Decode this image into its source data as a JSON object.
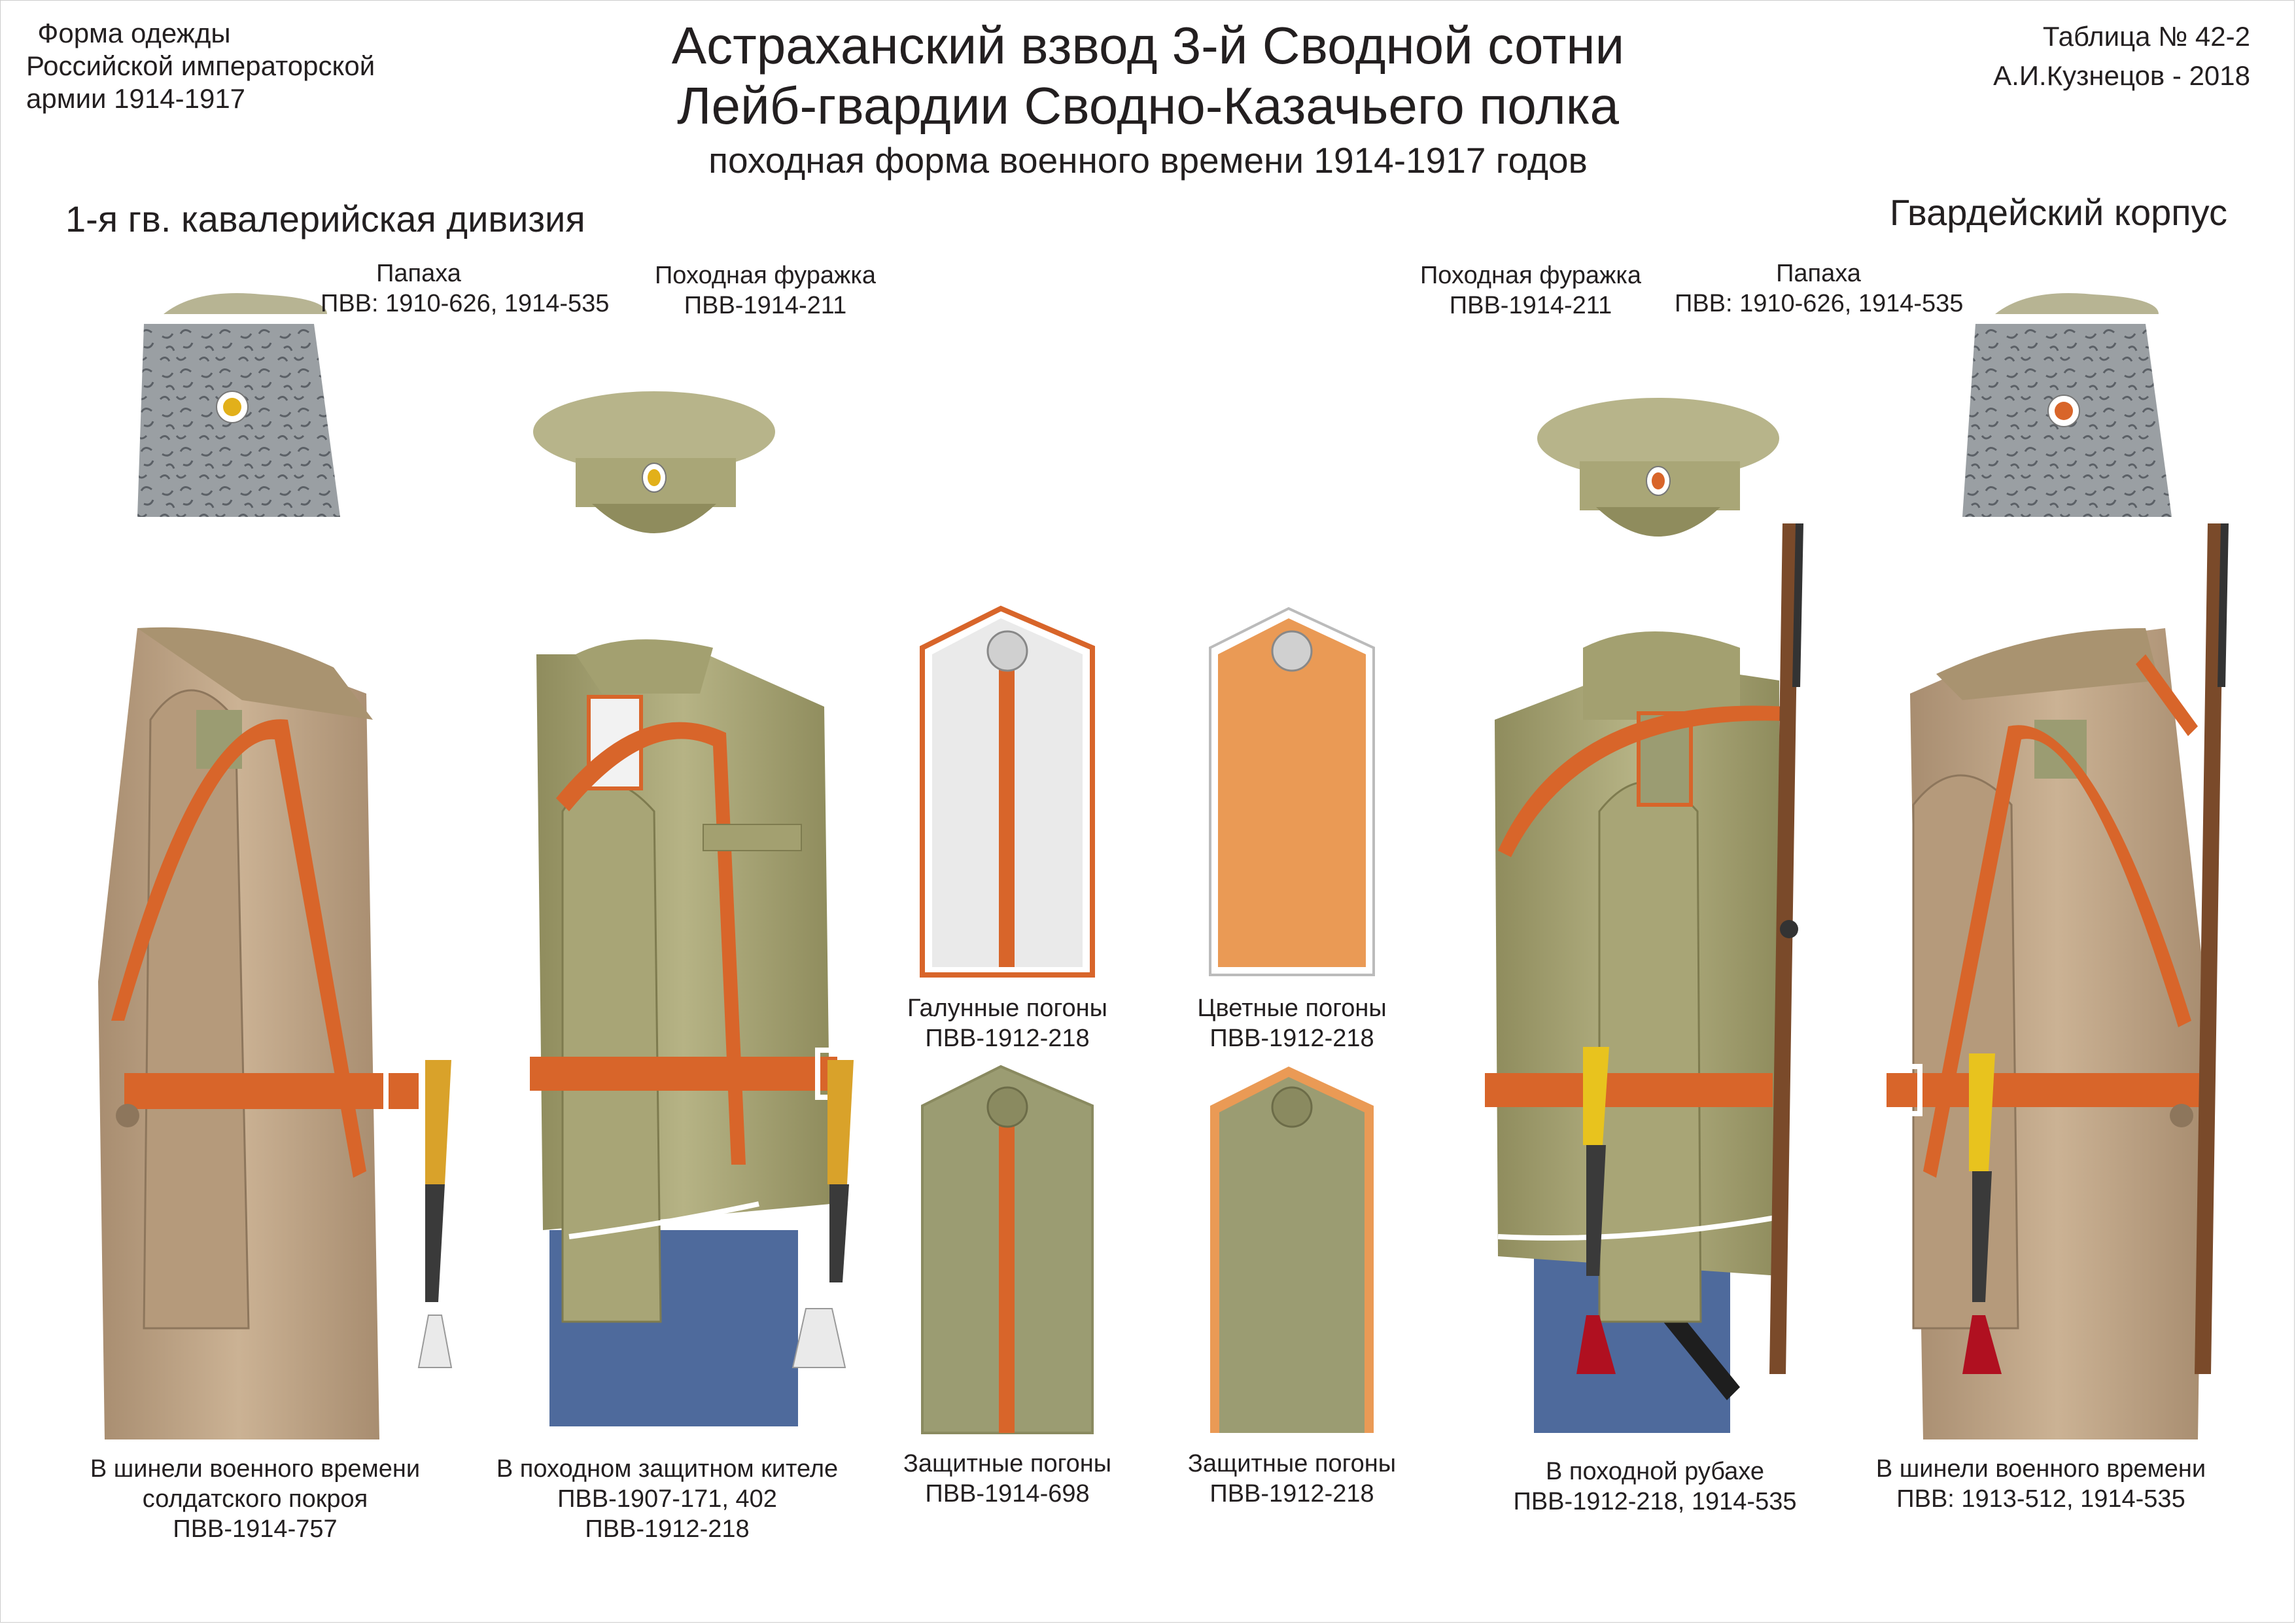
{
  "header": {
    "left_lines": [
      "Форма одежды",
      "Российской императорской",
      "армии  1914-1917"
    ],
    "right_lines": [
      "Таблица № 42-2",
      "А.И.Кузнецов - 2018"
    ],
    "title_line1": "Астраханский взвод 3-й Сводной сотни",
    "title_line2": "Лейб-гвардии Сводно-Казачьего полка",
    "subtitle": "походная форма военного времени 1914-1917 годов",
    "division": "1-я гв. кавалерийская дивизия",
    "corps": "Гвардейский корпус"
  },
  "headgear": {
    "left_papakha": {
      "title": "Папаха",
      "code": "ПВВ: 1910-626, 1914-535"
    },
    "left_cap": {
      "title": "Походная фуражка",
      "code": "ПВВ-1914-211"
    },
    "right_cap": {
      "title": "Походная фуражка",
      "code": "ПВВ-1914-211"
    },
    "right_papakha": {
      "title": "Папаха",
      "code": "ПВВ: 1910-626, 1914-535"
    }
  },
  "shoulder_boards": [
    {
      "title": "Галунные погоны",
      "code": "ПВВ-1912-218"
    },
    {
      "title": "Цветные погоны",
      "code": "ПВВ-1912-218"
    },
    {
      "title": "Защитные погоны",
      "code": "ПВВ-1914-698"
    },
    {
      "title": "Защитные  погоны",
      "code": "ПВВ-1912-218"
    }
  ],
  "figures": [
    {
      "lines": [
        "В шинели военного времени",
        "солдатского покроя",
        "ПВВ-1914-757"
      ]
    },
    {
      "lines": [
        "В походном защитном кителе",
        "ПВВ-1907-171, 402",
        "ПВВ-1912-218"
      ]
    },
    {
      "lines": [
        "В походной рубахе",
        "ПВВ-1912-218, 1914-535"
      ]
    },
    {
      "lines": [
        "В шинели военного времени",
        "ПВВ: 1913-512, 1914-535"
      ]
    }
  ],
  "colors": {
    "greatcoat": "#c4a98a",
    "khaki": "#b3b081",
    "leather": "#d8652a",
    "trousers": "#4e6a9c",
    "fur": "#9a9fa3",
    "orange_board": "#ea9a55",
    "protective_board": "#9b9c72"
  }
}
